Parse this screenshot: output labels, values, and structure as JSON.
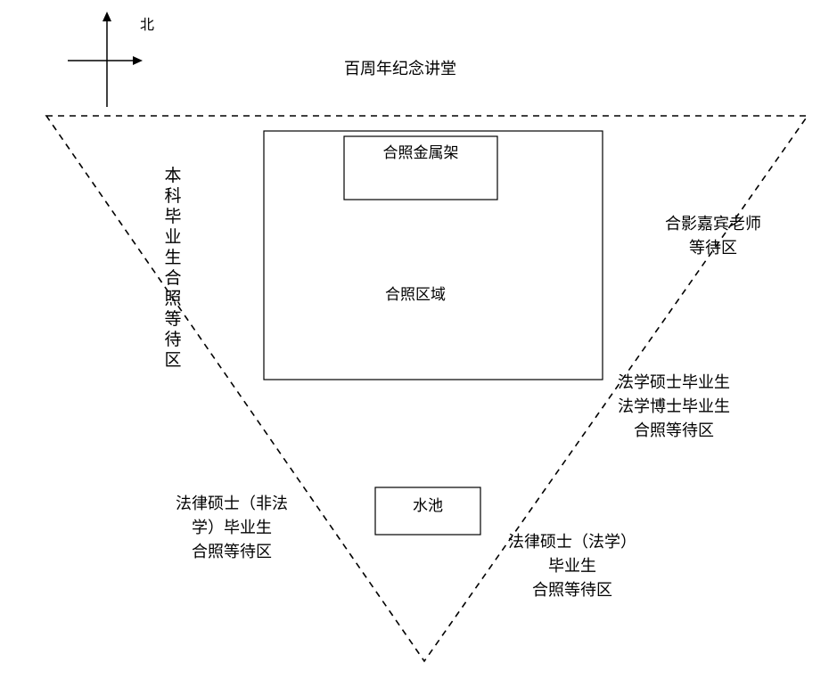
{
  "compass": {
    "north_label": "北"
  },
  "labels": {
    "hall": "百周年纪念讲堂",
    "metal_stand": "合照金属架",
    "photo_area": "合照区域",
    "undergrad_wait": "本科毕业生合照等待区",
    "guest_teacher_wait": [
      "合影嘉宾老师",
      "等待区"
    ],
    "law_master_phd_wait": [
      "法学硕士毕业生",
      "法学博士毕业生",
      "合照等待区"
    ],
    "pool": "水池",
    "jm_nonlaw_wait": [
      "法律硕士（非法",
      "学）毕业生",
      "合照等待区"
    ],
    "jm_law_wait": [
      "法律硕士（法学）",
      "毕业生",
      "合照等待区"
    ]
  },
  "colors": {
    "stroke": "#000000",
    "background": "#ffffff"
  }
}
